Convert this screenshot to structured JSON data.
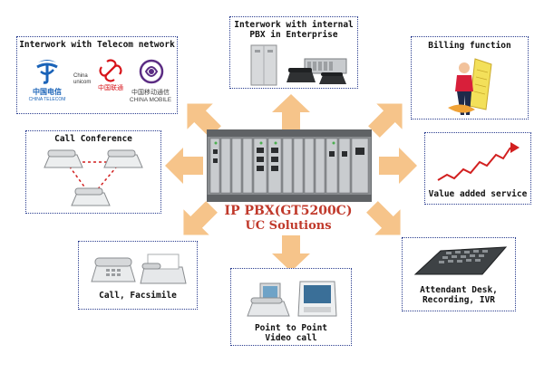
{
  "center": {
    "title_line1": "IP PBX(GT5200C)",
    "title_line2": "UC Solutions"
  },
  "boxes": {
    "telecom": "Interwork with Telecom network",
    "internal_pbx": "Interwork with internal\nPBX in Enterprise",
    "billing": "Billing function",
    "conference": "Call Conference",
    "value_added": "Value added service",
    "call_fax": "Call, Facsimile",
    "video": "Point to Point\nVideo call",
    "attendant": "Attendant Desk,\nRecording, IVR"
  },
  "logos": {
    "china_telecom": {
      "cn": "中国电信",
      "en": "CHINA TELECOM"
    },
    "china_unicom": {
      "en": "China unicom",
      "cn": "中国联通"
    },
    "china_mobile": {
      "cn": "中国移动通信",
      "en": "CHINA MOBILE"
    }
  },
  "colors": {
    "border": "#2a3d8f",
    "arrow": "#f6c48a",
    "title": "#c0392b",
    "telecom_blue": "#1a63b8",
    "unicom_red": "#d7141a",
    "mobile_purple": "#5b2c83",
    "chart_red": "#d21f1f"
  }
}
